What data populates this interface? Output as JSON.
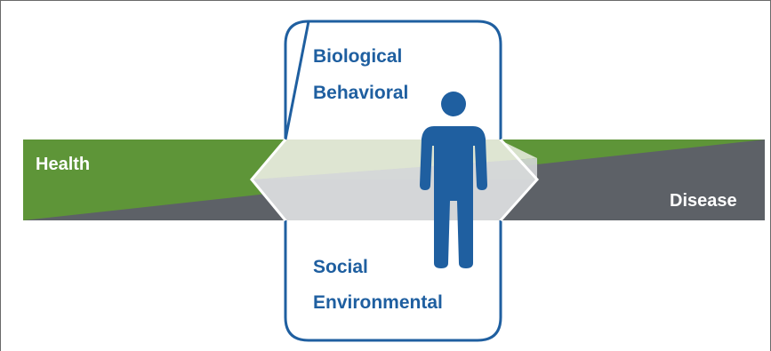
{
  "diagram": {
    "bar": {
      "left_label": "Health",
      "right_label": "Disease",
      "colors": {
        "health": "#5e9538",
        "disease": "#5d6167"
      }
    },
    "box": {
      "top_labels": [
        "Biological",
        "Behavioral"
      ],
      "bottom_labels": [
        "Social",
        "Environmental"
      ],
      "colors": {
        "border": "#1f5fa0",
        "text": "#1f5fa0"
      }
    },
    "figure": {
      "icon": "person-icon",
      "color": "#1f5fa0"
    }
  }
}
